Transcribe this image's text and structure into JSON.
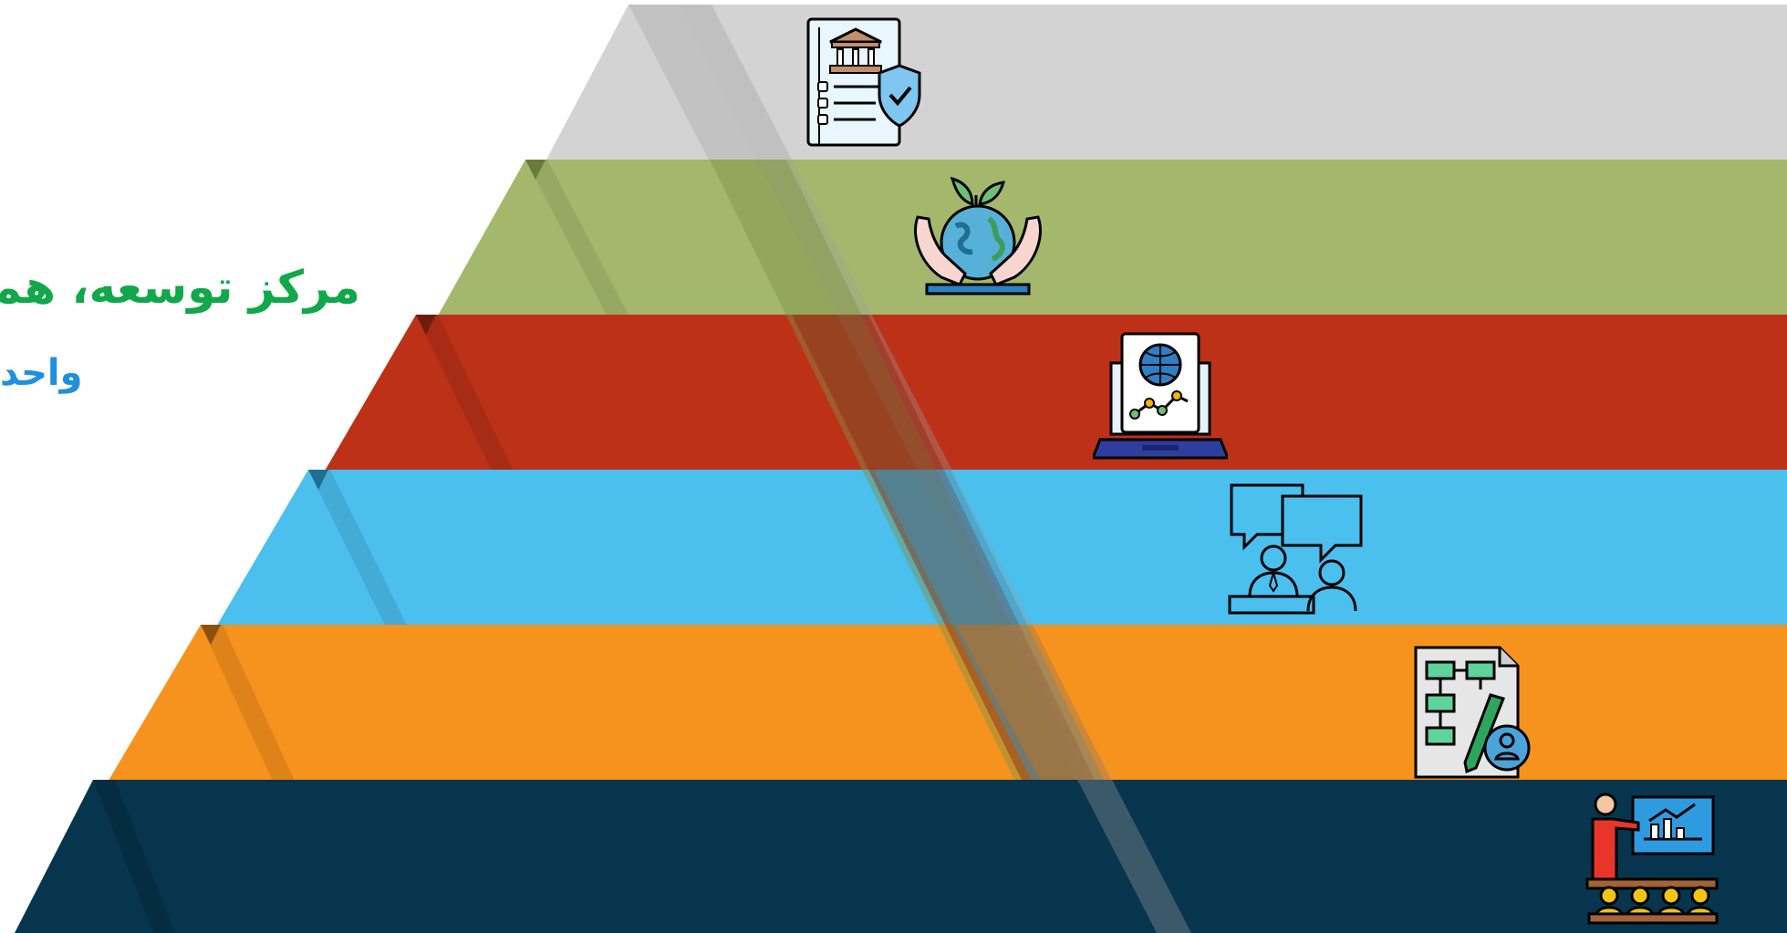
{
  "heading": {
    "title": "مرکز توسعه، هماهنگی و پشتیبانی دستگاه‌ها",
    "subtitle": "واحد"
  },
  "colors": {
    "title": "#10A84A",
    "subtitle": "#1E90E0",
    "band_gray": "#D3D3D3",
    "band_green": "#A3B86C",
    "band_red": "#BC3118",
    "band_blue": "#4BBFEE",
    "band_orange": "#F6921E",
    "band_navy": "#07354E"
  },
  "bands": [
    {
      "name": "gray",
      "icon": "government-document-shield-icon"
    },
    {
      "name": "green",
      "icon": "globe-in-hands-plant-icon"
    },
    {
      "name": "red",
      "icon": "laptop-globe-chart-icon"
    },
    {
      "name": "blue",
      "icon": "consultation-chat-people-icon"
    },
    {
      "name": "orange",
      "icon": "flowchart-document-user-icon"
    },
    {
      "name": "navy",
      "icon": "presentation-audience-chart-icon"
    }
  ]
}
